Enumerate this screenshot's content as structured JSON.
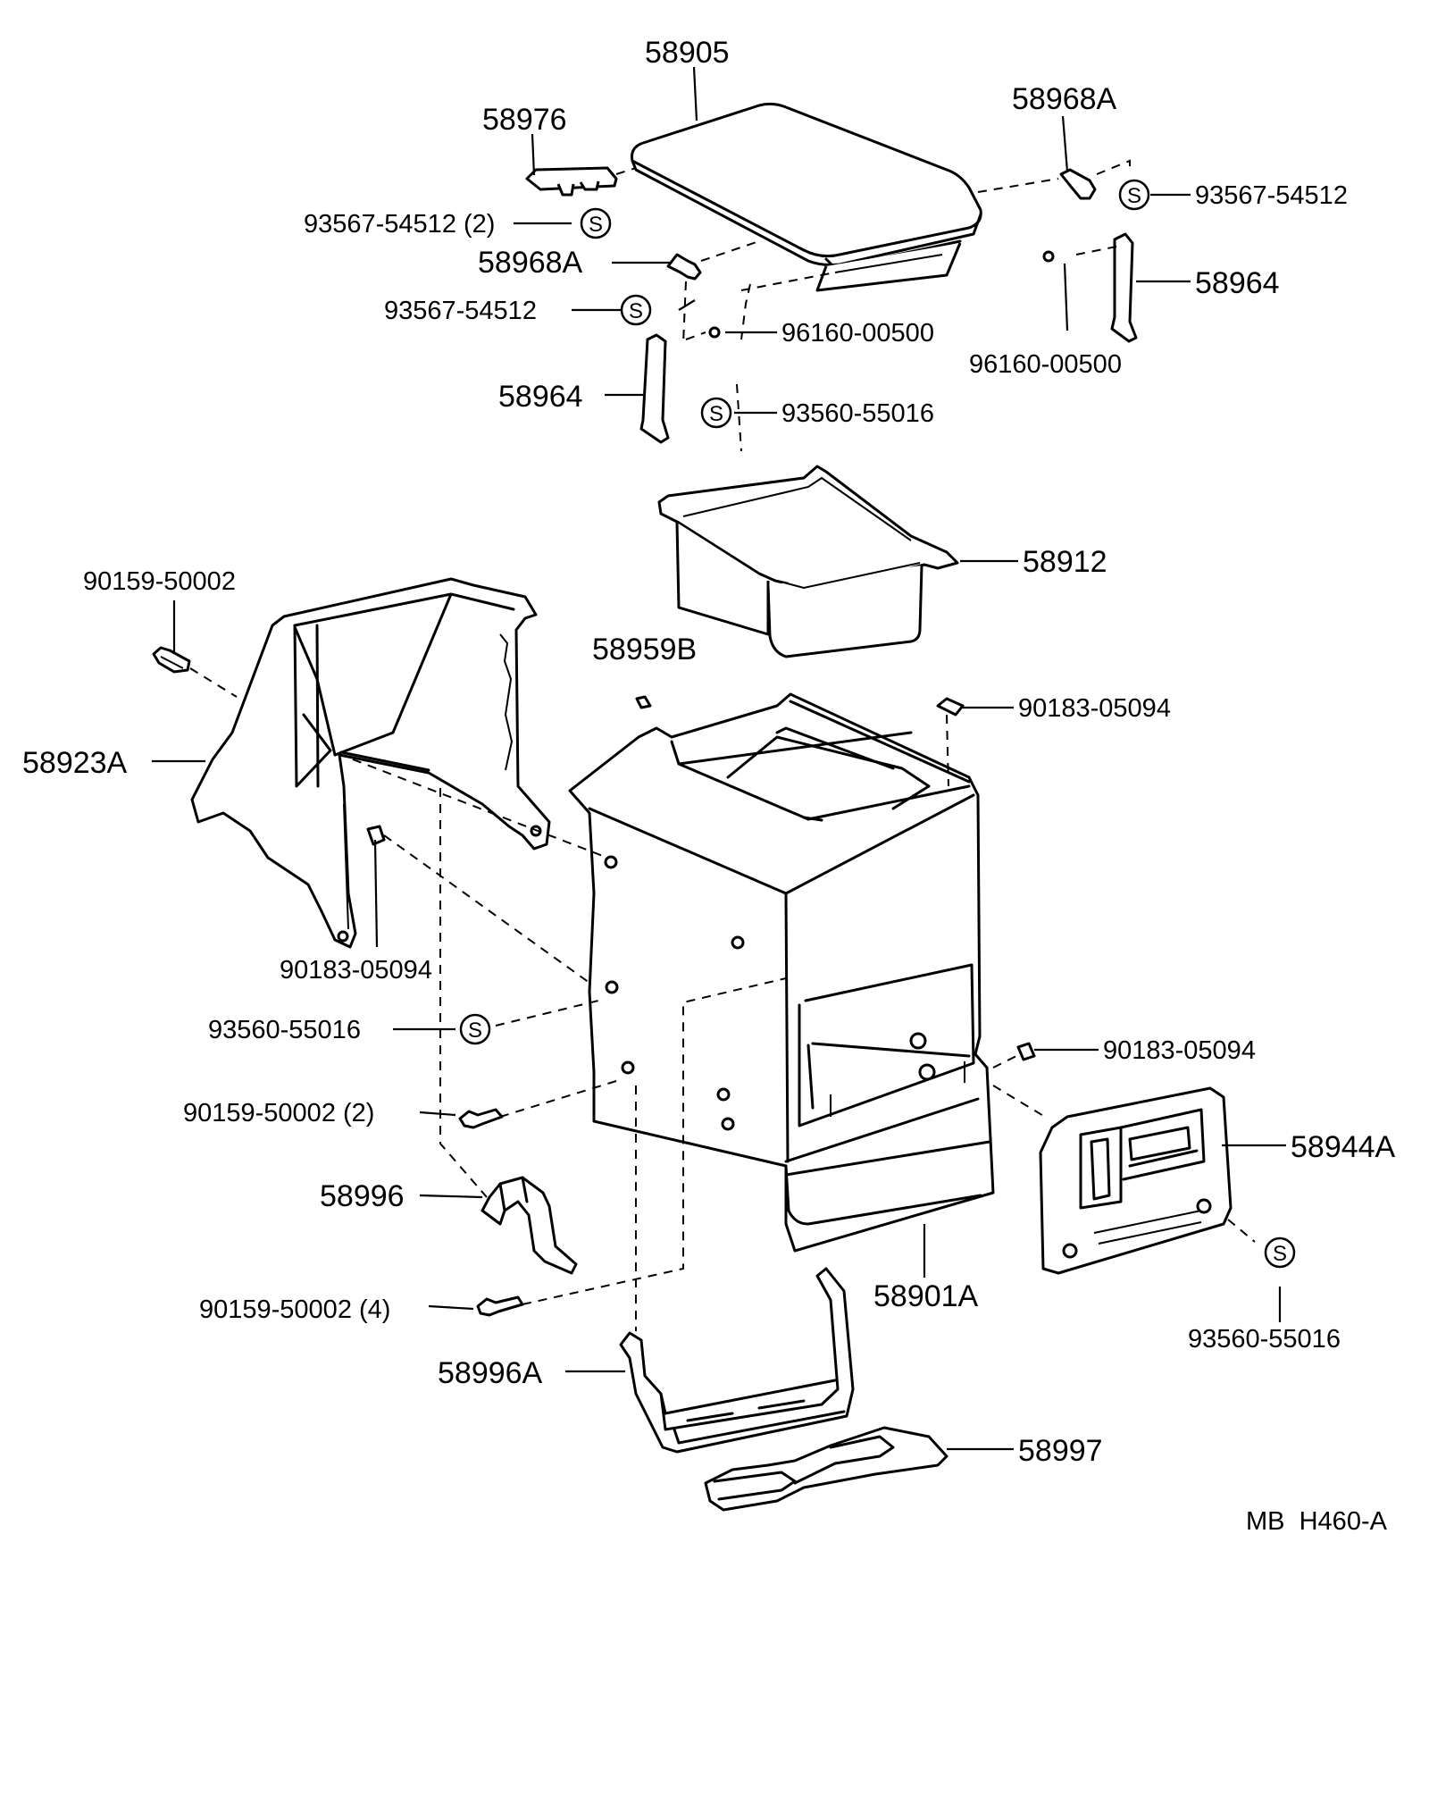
{
  "diagram": {
    "callouts": {
      "c58905": "58905",
      "c58976": "58976",
      "c58968A_right": "58968A",
      "c93567_top_left": "93567-54512 (2)",
      "c58968A_left": "58968A",
      "c93567_mid_left": "93567-54512",
      "c93567_right": "93567-54512",
      "c58964_right": "58964",
      "c96160_left": "96160-00500",
      "c96160_right": "96160-00500",
      "c58964_left": "58964",
      "c93560_top": "93560-55016",
      "c58912": "58912",
      "c90159_top": "90159-50002",
      "c58959B": "58959B",
      "c90183_top": "90183-05094",
      "c58923A": "58923A",
      "c90183_left": "90183-05094",
      "c93560_mid": "93560-55016",
      "c90183_right": "90183-05094",
      "c90159_two": "90159-50002 (2)",
      "c58944A": "58944A",
      "c58996": "58996",
      "c58901A": "58901A",
      "c90159_four": "90159-50002 (4)",
      "c93560_bottom": "93560-55016",
      "c58996A": "58996A",
      "c58997": "58997"
    },
    "symbol_letter": "S",
    "drawing_id": "MB  H460-A"
  }
}
